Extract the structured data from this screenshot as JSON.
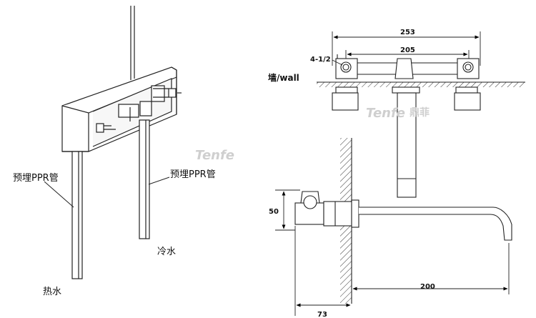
{
  "left_diagram": {
    "ppr_pipe_label_left": "预埋PPR管",
    "ppr_pipe_label_right": "预埋PPR管",
    "cold_water_label": "冷水",
    "hot_water_label": "热水",
    "watermark": "Tenfe"
  },
  "top_view": {
    "dim_overall": "253",
    "dim_centers": "205",
    "dim_thread": "4-1/2",
    "wall_label": "墙/wall",
    "watermark_latin": "Tenfe",
    "watermark_cn": "鼎菲"
  },
  "side_view": {
    "dim_height": "50",
    "dim_reach": "200",
    "dim_depth": "73"
  }
}
